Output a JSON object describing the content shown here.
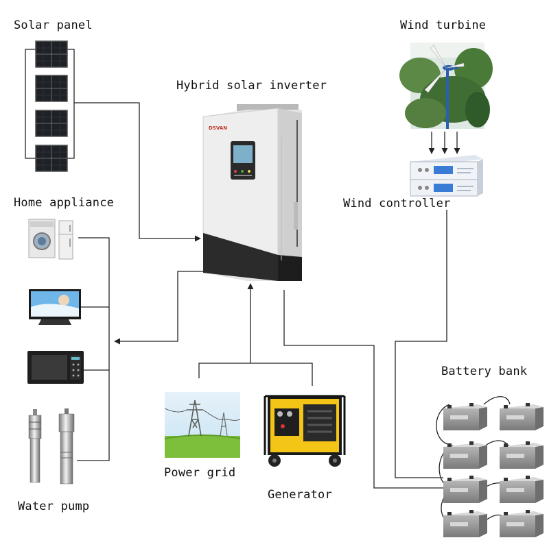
{
  "labels": {
    "solar_panel": "Solar panel",
    "wind_turbine": "Wind turbine",
    "hybrid_inverter": "Hybrid solar inverter",
    "home_appliance": "Home appliance",
    "wind_controller": "Wind controller",
    "battery_bank": "Battery bank",
    "power_grid": "Power grid",
    "generator": "Generator",
    "water_pump": "Water pump"
  },
  "colors": {
    "line": "#222222",
    "inverter_body": "#e9e9e9",
    "inverter_base": "#2a2a2a",
    "generator_yellow": "#f2c516",
    "battery": "#8e8e8e",
    "forest": "#4f7a3a"
  },
  "icons": [
    "solar-panel-icon",
    "wind-turbine-icon",
    "hybrid-inverter-icon",
    "wind-controller-icon",
    "washing-machine-icon",
    "refrigerator-icon",
    "tv-icon",
    "microwave-icon",
    "water-pump-icon",
    "power-grid-icon",
    "generator-icon",
    "battery-icon"
  ]
}
